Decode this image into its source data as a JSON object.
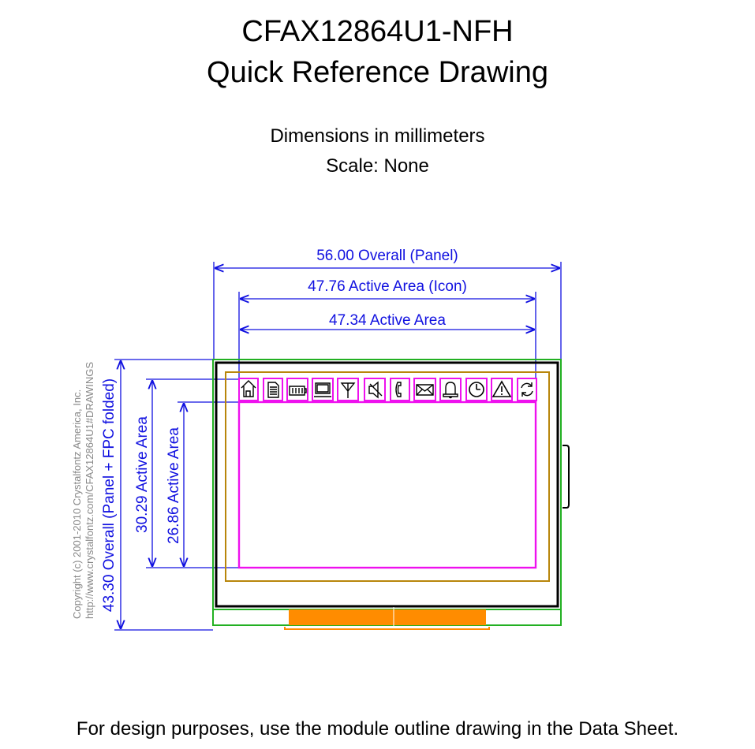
{
  "header": {
    "title_line1": "CFAX12864U1-NFH",
    "title_line2": "Quick Reference Drawing",
    "units": "Dimensions in millimeters",
    "scale": "Scale: None"
  },
  "copyright": {
    "line1": "Copyright (c) 2001-2010 Crystalfontz America, Inc.",
    "line2": "http://www.crystalfontz.com/CFAX12864U1#DRAWINGS"
  },
  "dimensions": {
    "overall_width": "56.00 Overall (Panel)",
    "active_icon_width": "47.76 Active Area (Icon)",
    "active_width": "47.34 Active Area",
    "overall_height": "43.30 Overall (Panel + FPC folded)",
    "active_icon_height": "30.29 Active Area",
    "active_height": "26.86 Active Area"
  },
  "icons": [
    "home-icon",
    "document-icon",
    "battery-icon",
    "monitor-icon",
    "antenna-icon",
    "speaker-mute-icon",
    "phone-icon",
    "envelope-icon",
    "bell-icon",
    "clock-icon",
    "warning-icon",
    "refresh-icon"
  ],
  "colors": {
    "dimension": "#1010e0",
    "panel_outline": "#000000",
    "outer_outline": "#22b022",
    "bezel": "#b8860b",
    "active_area": "#ee11ee",
    "fpc": "#ff8c00"
  },
  "footer": {
    "note": "For design purposes, use the module outline drawing in the Data Sheet."
  }
}
